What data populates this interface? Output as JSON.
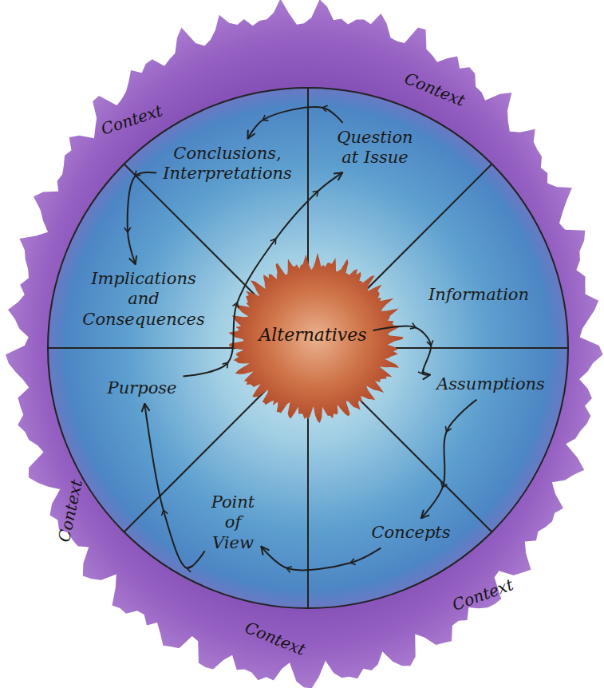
{
  "diagram": {
    "nodes": [
      {
        "text": [
          "Context",
          "Context",
          "Context",
          "Context",
          "Context"
        ]
      },
      {
        "text": [
          "Question at Issue"
        ],
        "in": 0
      },
      {
        "text": [
          "Information"
        ],
        "in": 0
      },
      {
        "text": [
          "Assumptions"
        ],
        "in": 0
      },
      {
        "text": [
          "Concepts"
        ],
        "in": 0
      },
      {
        "text": [
          "Point of View"
        ],
        "in": 0
      },
      {
        "text": [
          "Purpose"
        ],
        "in": 0
      },
      {
        "text": [
          "Implications and Consequences"
        ],
        "in": 0
      },
      {
        "text": [
          "Conclusions, Interpretations"
        ],
        "in": 0
      },
      {
        "text": [
          "Alternatives"
        ],
        "in": 0
      }
    ],
    "edges": [
      {
        "from": 9,
        "to": 3,
        "arrow": "to"
      },
      {
        "from": 3,
        "to": 4,
        "arrow": "to"
      },
      {
        "from": 4,
        "to": 5,
        "arrow": "to"
      },
      {
        "from": 5,
        "to": 6,
        "arrow": "to"
      },
      {
        "from": 6,
        "to": 1,
        "arrow": "to"
      },
      {
        "from": 1,
        "to": 8,
        "arrow": "to"
      },
      {
        "from": 8,
        "to": 7,
        "arrow": "to"
      }
    ]
  }
}
